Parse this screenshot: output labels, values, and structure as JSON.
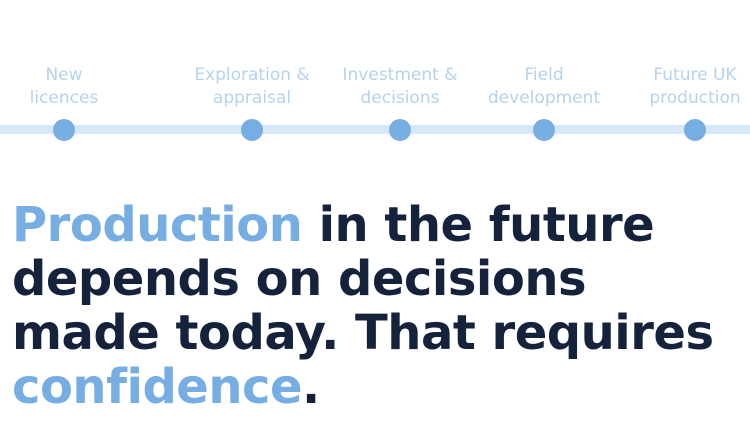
{
  "timeline": {
    "stages": [
      {
        "label": "New\nlicences"
      },
      {
        "label": "Exploration &\nappraisal"
      },
      {
        "label": "Investment &\ndecisions"
      },
      {
        "label": "Field\ndevelopment"
      },
      {
        "label": "Future UK\nproduction"
      }
    ]
  },
  "headline": {
    "accent_1": "Production",
    "text_1": " in the future depends on decisions made today. That requires ",
    "accent_2": "confidence",
    "text_2": "."
  },
  "colors": {
    "accent": "#76ade2",
    "track": "#d6e8f7",
    "label": "#b5d2ee",
    "heading": "#15223c"
  }
}
